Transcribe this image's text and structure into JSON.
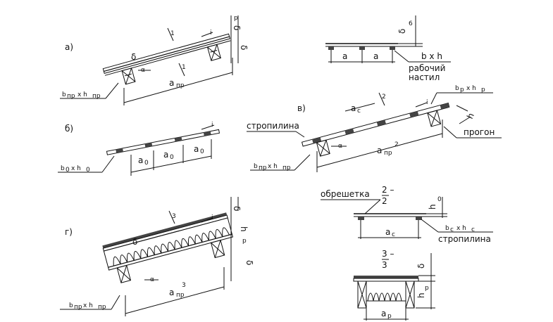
{
  "panel_labels": {
    "a": "а)",
    "b": "б)",
    "v": "в)",
    "g": "г)"
  },
  "a": {
    "deck_symbol": "δ",
    "angle": "α",
    "section_mark": "1",
    "section_mark2": "1",
    "slope": "i",
    "span_label": "a",
    "span_sub": "пр",
    "post_label": "b",
    "post_sub1": "пр",
    "post_x": "x h",
    "post_sub2": "пр",
    "thickness": "δ",
    "thickness_sub": "p",
    "thickness2": "δ"
  },
  "a_detail": {
    "spans": [
      "a",
      "a"
    ],
    "thickness": "δ",
    "thickness_sub": "6",
    "size_label": "b x h",
    "caption_line1": "рабочий",
    "caption_line2": "настил"
  },
  "b": {
    "slope": "i",
    "spans": [
      "a",
      "a",
      "a"
    ],
    "span_sub": "0",
    "post_label": "b",
    "post_sub1": "0",
    "post_x": "x h",
    "post_sub2": "0"
  },
  "v": {
    "rafter_caption": "стропилина",
    "purlin_caption": "прогон",
    "section_mark": "2",
    "span_top": "a",
    "span_top_sub": "с",
    "angle": "α",
    "span_label": "a",
    "span_sub": "пр",
    "span_mark": "2",
    "rafter_size": "b",
    "rafter_size_sub1": "p",
    "rafter_x": "x h",
    "rafter_size_sub2": "p",
    "post_label": "b",
    "post_sub1": "пр",
    "post_x": "x h",
    "post_sub2": "пр",
    "right_dim": "h",
    "slope": "i"
  },
  "v_detail": {
    "batten_caption": "обрешетка",
    "section": "2 –",
    "section_den": "2",
    "height": "h",
    "height_sub": "0",
    "span": "a",
    "span_sub": "с",
    "size": "b",
    "size_sub1": "c",
    "size_x": "x h",
    "size_sub2": "c",
    "rafter_caption": "стропилина"
  },
  "g": {
    "deck_symbol": "δ",
    "section_mark": "3",
    "slope": "i",
    "angle": "α",
    "span_label": "a",
    "span_sub": "пр",
    "span_mark": "3",
    "post_label": "b",
    "post_sub1": "пр",
    "post_x": "x h",
    "post_sub2": "пр",
    "thickness": "δ",
    "height": "h",
    "height_sub": "p",
    "ins": "δ"
  },
  "g_detail": {
    "section": "3 –",
    "section_den": "3",
    "thickness": "δ",
    "height": "h",
    "height_sub": "p",
    "span": "a",
    "span_sub": "р"
  }
}
